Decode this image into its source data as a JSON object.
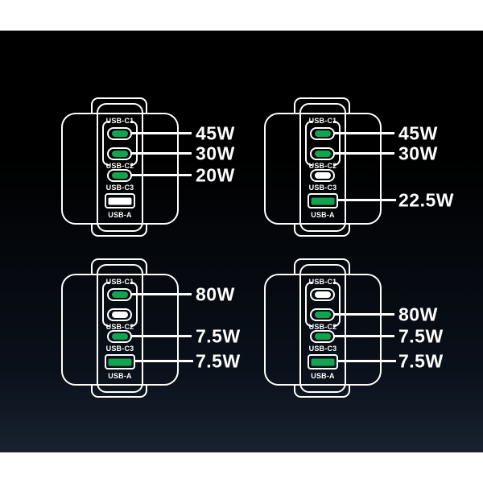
{
  "figure": {
    "kind": "charger-port-wattage-diagram",
    "layout": "2x2-grid-of-charger-scenarios"
  },
  "colors": {
    "background_top": "#000000",
    "background_bottom": "#182230",
    "frame_bar": "#ffffff",
    "outline": "#ffffff",
    "active_port_fill": "#12a551",
    "inactive_port_fill": "#ffffff",
    "text": "#ffffff"
  },
  "chargers": [
    {
      "position": "top-left",
      "ports": [
        {
          "label": "USB-C1",
          "type": "usb-c",
          "state": "active",
          "wattage": "45W"
        },
        {
          "label": "USB-C2",
          "type": "usb-c",
          "state": "active",
          "wattage": "30W"
        },
        {
          "label": "USB-C3",
          "type": "usb-c",
          "state": "active",
          "wattage": "20W"
        },
        {
          "label": "USB-A",
          "type": "usb-a",
          "state": "inactive",
          "wattage": ""
        }
      ]
    },
    {
      "position": "top-right",
      "ports": [
        {
          "label": "USB-C1",
          "type": "usb-c",
          "state": "active",
          "wattage": "45W"
        },
        {
          "label": "USB-C2",
          "type": "usb-c",
          "state": "active",
          "wattage": "30W"
        },
        {
          "label": "USB-C3",
          "type": "usb-c",
          "state": "inactive",
          "wattage": ""
        },
        {
          "label": "USB-A",
          "type": "usb-a",
          "state": "active",
          "wattage": "22.5W"
        }
      ]
    },
    {
      "position": "bottom-left",
      "ports": [
        {
          "label": "USB-C1",
          "type": "usb-c",
          "state": "active",
          "wattage": "80W"
        },
        {
          "label": "USB-C2",
          "type": "usb-c",
          "state": "inactive",
          "wattage": ""
        },
        {
          "label": "USB-C3",
          "type": "usb-c",
          "state": "active",
          "wattage": "7.5W"
        },
        {
          "label": "USB-A",
          "type": "usb-a",
          "state": "active",
          "wattage": "7.5W"
        }
      ]
    },
    {
      "position": "bottom-right",
      "ports": [
        {
          "label": "USB-C1",
          "type": "usb-c",
          "state": "inactive",
          "wattage": ""
        },
        {
          "label": "USB-C2",
          "type": "usb-c",
          "state": "active",
          "wattage": "80W"
        },
        {
          "label": "USB-C3",
          "type": "usb-c",
          "state": "active",
          "wattage": "7.5W"
        },
        {
          "label": "USB-A",
          "type": "usb-a",
          "state": "active",
          "wattage": "7.5W"
        }
      ]
    }
  ]
}
